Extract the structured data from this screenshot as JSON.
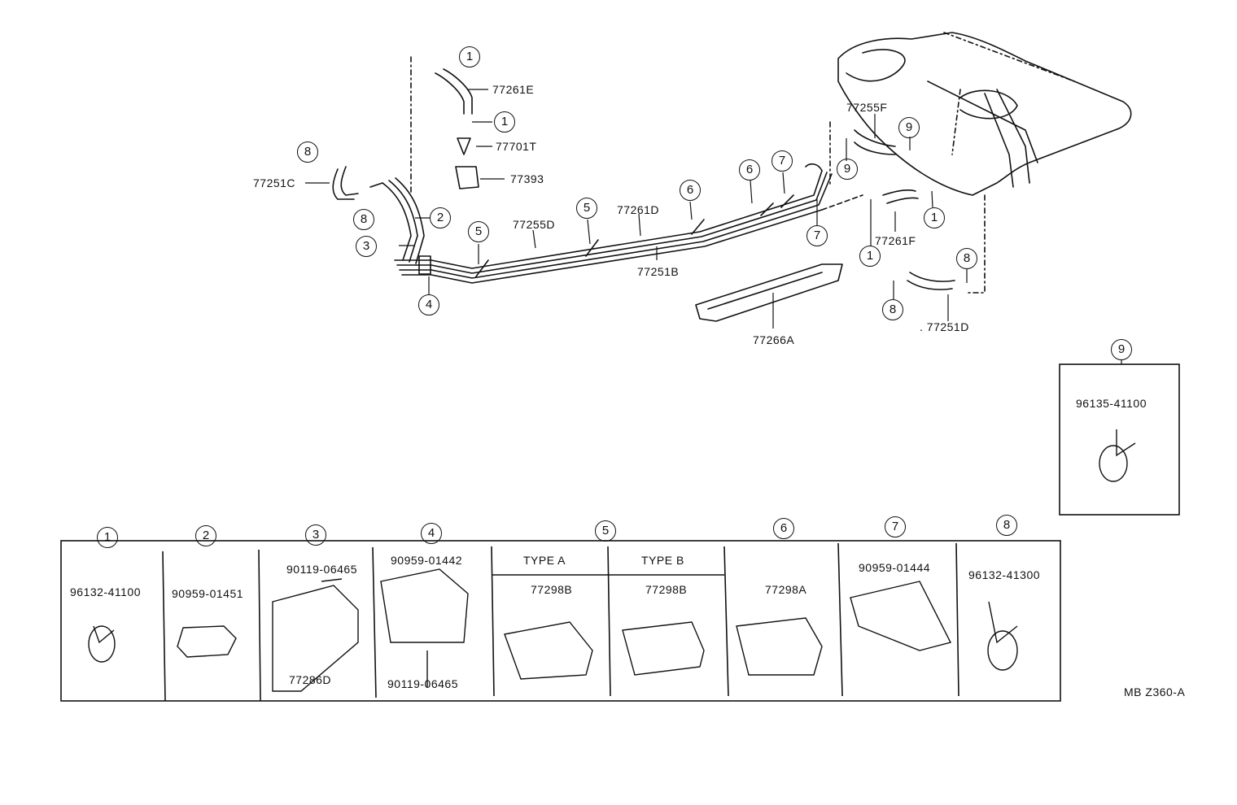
{
  "upper_labels": {
    "p77261E": "77261E",
    "p77701T": "77701T",
    "p77393": "77393",
    "p77251C": "77251C",
    "p77255D": "77255D",
    "p77261D": "77261D",
    "p77251B": "77251B",
    "p77266A": "77266A",
    "p77255F": "77255F",
    "p77261F": "77261F",
    "p77251D": ". 77251D"
  },
  "callouts": {
    "one": "1",
    "two": "2",
    "three": "3",
    "four": "4",
    "five": "5",
    "six": "6",
    "seven": "7",
    "eight": "8",
    "nine": "9"
  },
  "detail_boxes": {
    "b1": {
      "num": "1",
      "part": "96132-41100"
    },
    "b2": {
      "num": "2",
      "part": "90959-01451"
    },
    "b3": {
      "num": "3",
      "part_top": "90119-06465",
      "part_bottom": "77286D"
    },
    "b4": {
      "num": "4",
      "part_top": "90959-01442",
      "part_bottom": "90119-06465"
    },
    "b5": {
      "num": "5",
      "type_a": "TYPE A",
      "type_b": "TYPE B",
      "part_a": "77298B",
      "part_b": "77298B"
    },
    "b6": {
      "num": "6",
      "part": "77298A"
    },
    "b7": {
      "num": "7",
      "part": "90959-01444"
    },
    "b8": {
      "num": "8",
      "part": "96132-41300"
    },
    "b9": {
      "num": "9",
      "part": "96135-41100"
    }
  },
  "reference_code": "MB Z360-A"
}
